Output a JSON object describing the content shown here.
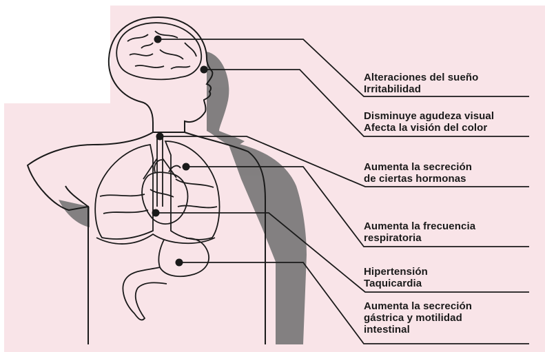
{
  "colors": {
    "background": "#f9e4e8",
    "ink": "#1a1a1a",
    "shadow": "#6e6e6e"
  },
  "labels": [
    {
      "lines": [
        "Alteraciones del sueño",
        "Irritabilidad"
      ]
    },
    {
      "lines": [
        "Disminuye agudeza visual",
        "Afecta la visión del color"
      ]
    },
    {
      "lines": [
        "Aumenta la secreción",
        "de ciertas hormonas"
      ]
    },
    {
      "lines": [
        "Aumenta la frecuencia",
        "respiratoria"
      ]
    },
    {
      "lines": [
        "Hipertensión",
        "Taquicardia"
      ]
    },
    {
      "lines": [
        "Aumenta la secreción",
        "gástrica y motilidad",
        "intestinal"
      ]
    }
  ],
  "body_points": [
    {
      "organ": "brain-icon"
    },
    {
      "organ": "eye-icon"
    },
    {
      "organ": "gland-icon"
    },
    {
      "organ": "lung-icon"
    },
    {
      "organ": "heart-icon"
    },
    {
      "organ": "stomach-icon"
    }
  ]
}
